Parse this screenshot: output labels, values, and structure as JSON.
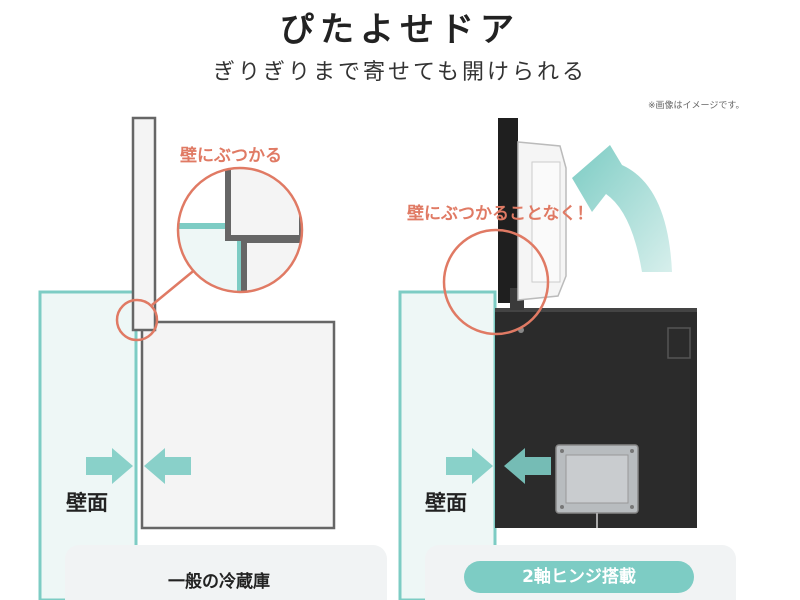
{
  "header": {
    "title": "ぴたよせドア",
    "subtitle": "ぎりぎりまで寄せても開けられる",
    "note": "※画像はイメージです。"
  },
  "left_panel": {
    "callout": "壁にぶつかる",
    "wall_label": "壁面",
    "caption": "一般の冷蔵庫"
  },
  "right_panel": {
    "callout": "壁にぶつかることなく！",
    "wall_label": "壁面",
    "caption": "2軸ヒンジ搭載"
  },
  "colors": {
    "accent_teal": "#7dccc4",
    "wall_fill": "#eef7f6",
    "callout_coral": "#e07a64",
    "fridge_black": "#2b2b2b",
    "outline_gray": "#666666"
  }
}
